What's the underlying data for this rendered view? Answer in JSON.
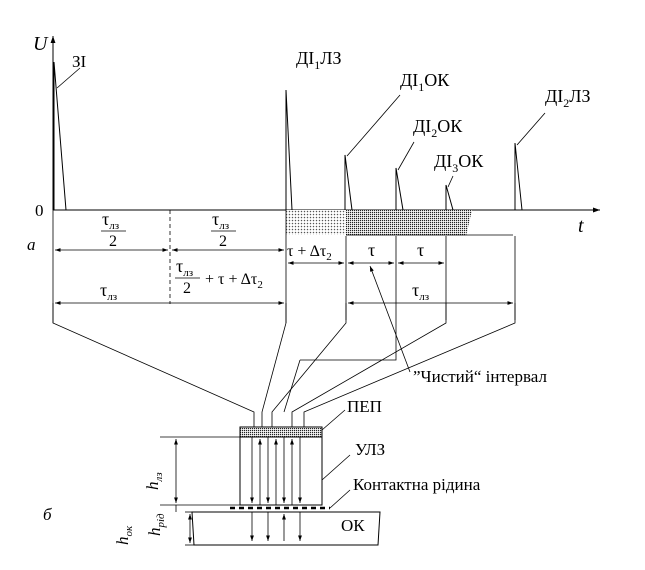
{
  "signal": {
    "y_axis_label": "U",
    "x_axis_label": "t",
    "origin_label": "0",
    "pulses": {
      "zi": "ЗІ",
      "di1lz": [
        "ДІ",
        "1",
        "ЛЗ"
      ],
      "di1ok": [
        "ДІ",
        "1",
        "ОК"
      ],
      "di2ok": [
        "ДІ",
        "2",
        "ОК"
      ],
      "di3ok": [
        "ДІ",
        "3",
        "ОК"
      ],
      "di2lz": [
        "ДІ",
        "2",
        "ЛЗ"
      ]
    }
  },
  "panel_labels": {
    "a": "а",
    "b": "б"
  },
  "dims": {
    "tau": "τ",
    "tau_lz_sub": "лз",
    "two": "2",
    "plus_tau": "+ τ + Δτ",
    "delta_sub": "2",
    "tau_plus_delta": "τ + Δτ"
  },
  "clean_interval": "”Чистий“ інтервал",
  "probe": {
    "pep": "ПЕП",
    "ulz": "УЛЗ",
    "liquid": "Контактна рідина",
    "ok": "ОК",
    "h": "h",
    "h_lz_sub": "лз",
    "h_rid_sub": "рід",
    "h_ok_sub": "ок"
  }
}
